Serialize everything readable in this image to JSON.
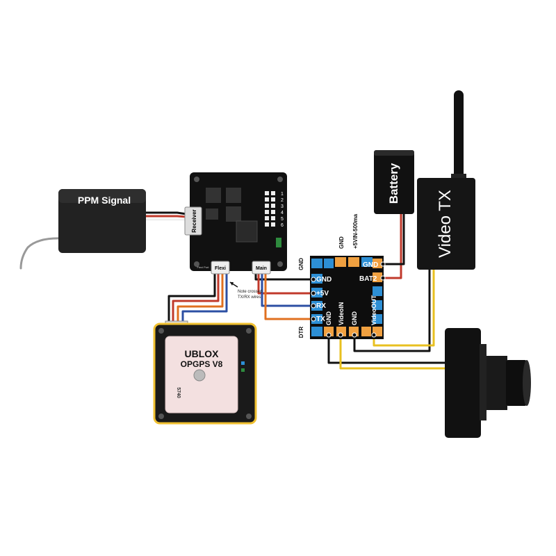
{
  "receiver": {
    "label": "PPM Signal"
  },
  "flight_controller": {
    "receiver_port": "Receiver",
    "flexi_port": "Flexi",
    "main_port": "Main",
    "flexi_port_small": "Flexi Port",
    "led_labels": [
      "1",
      "2",
      "3",
      "4",
      "5",
      "6"
    ]
  },
  "note": {
    "line1": "Note crossed",
    "line2": "TX/RX wires"
  },
  "gps": {
    "line1": "UBLOX",
    "line2": "OPGPS V8",
    "side_label": "5740"
  },
  "osd": {
    "left_pins": [
      "GND",
      "+5V",
      "RX",
      "TX"
    ],
    "left_top_label": "GND",
    "left_bottom_label": "DTR",
    "top_labels": [
      "GND",
      "+5VIN-500ma"
    ],
    "right_pins": [
      "GND",
      "BAT2"
    ],
    "bottom_labels": [
      "GND",
      "VideoIN",
      "GND",
      "VideoOUT"
    ]
  },
  "battery": {
    "label": "Battery"
  },
  "video_tx": {
    "label": "Video TX"
  },
  "colors": {
    "wire_black": "#111111",
    "wire_red": "#c0392b",
    "wire_blue": "#2c4fa3",
    "wire_orange": "#e07020",
    "wire_yellow": "#e8c020",
    "osd_orange": "#f0a040",
    "osd_blue": "#2d8fd5",
    "gps_border": "#f0c030",
    "gps_patch": "#f3e0e0"
  }
}
